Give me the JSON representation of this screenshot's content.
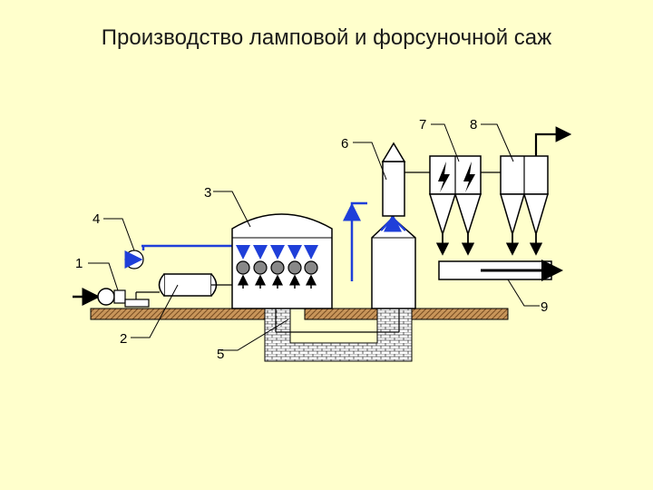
{
  "title": "Производство ламповой и форсуночной саж",
  "labels": {
    "l1": "1",
    "l2": "2",
    "l3": "3",
    "l4": "4",
    "l5": "5",
    "l6": "6",
    "l7": "7",
    "l8": "8",
    "l9": "9"
  },
  "colors": {
    "background": "#ffffcc",
    "blue_flow": "#1f3fd9",
    "ground": "#c8955a",
    "ground_hatch": "#7a4e22",
    "equipment_fill": "#ffffff",
    "lamp_fill": "#888888",
    "stroke": "#000000"
  }
}
